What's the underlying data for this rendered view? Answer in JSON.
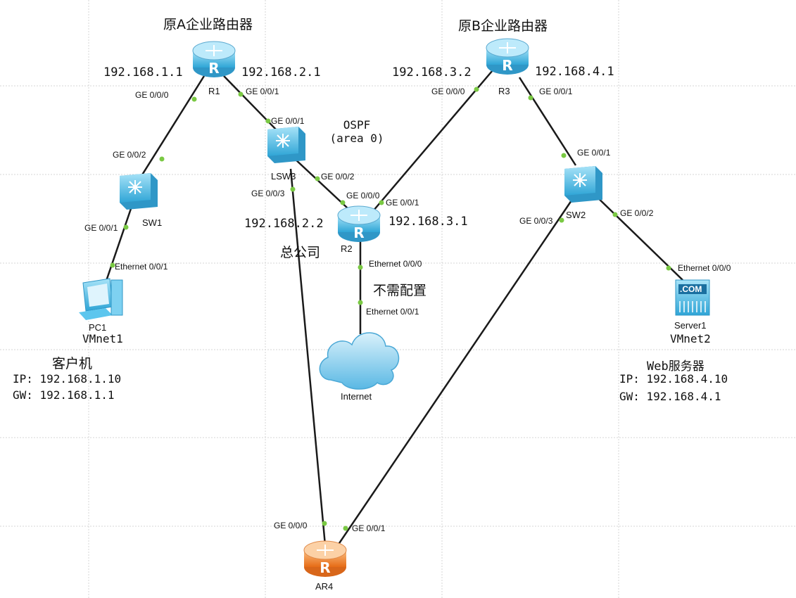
{
  "titles": {
    "router_a": "原A企业路由器",
    "router_b": "原B企业路由器",
    "hq": "总公司",
    "no_config": "不需配置",
    "client": "客户机",
    "web_server": "Web服务器"
  },
  "ospf": {
    "line1": "OSPF",
    "line2": "(area 0)"
  },
  "devices": {
    "r1": "R1",
    "r2": "R2",
    "r3": "R3",
    "ar4": "AR4",
    "sw1": "SW1",
    "sw2": "SW2",
    "lsw3": "LSW3",
    "pc1": "PC1",
    "server1": "Server1",
    "internet": "Internet",
    "vmnet1": "VMnet1",
    "vmnet2": "VMnet2",
    "server_badge": ".COM"
  },
  "ips": {
    "r1_left": "192.168.1.1",
    "r1_right": "192.168.2.1",
    "r3_left": "192.168.3.2",
    "r3_right": "192.168.4.1",
    "lsw3_r2": "192.168.2.2",
    "r2_right": "192.168.3.1"
  },
  "ports": {
    "r1_g000": "GE 0/0/0",
    "r1_g001": "GE 0/0/1",
    "sw1_g002": "GE 0/0/2",
    "sw1_g001": "GE 0/0/1",
    "pc1_eth": "Ethernet 0/0/1",
    "lsw3_g001": "GE 0/0/1",
    "lsw3_g002": "GE 0/0/2",
    "lsw3_g003": "GE 0/0/3",
    "r2_g000": "GE 0/0/0",
    "r2_g001": "GE 0/0/1",
    "r2_eth000": "Ethernet 0/0/0",
    "cloud_eth001": "Ethernet 0/0/1",
    "r3_g000": "GE 0/0/0",
    "r3_g001": "GE 0/0/1",
    "sw2_g001": "GE 0/0/1",
    "sw2_g003": "GE 0/0/3",
    "sw2_g002": "GE 0/0/2",
    "server_eth": "Ethernet 0/0/0",
    "ar4_g000": "GE 0/0/0",
    "ar4_g001": "GE 0/0/1"
  },
  "client_info": {
    "ip": "IP: 192.168.1.10",
    "gw": "GW: 192.168.1.1"
  },
  "server_info": {
    "ip": "IP: 192.168.4.10",
    "gw": "GW: 192.168.4.1"
  },
  "colors": {
    "device_blue": "#5cc6ee",
    "device_orange": "#f08a34",
    "port_dot": "#7ac943",
    "grid": "#d6d6d6"
  }
}
